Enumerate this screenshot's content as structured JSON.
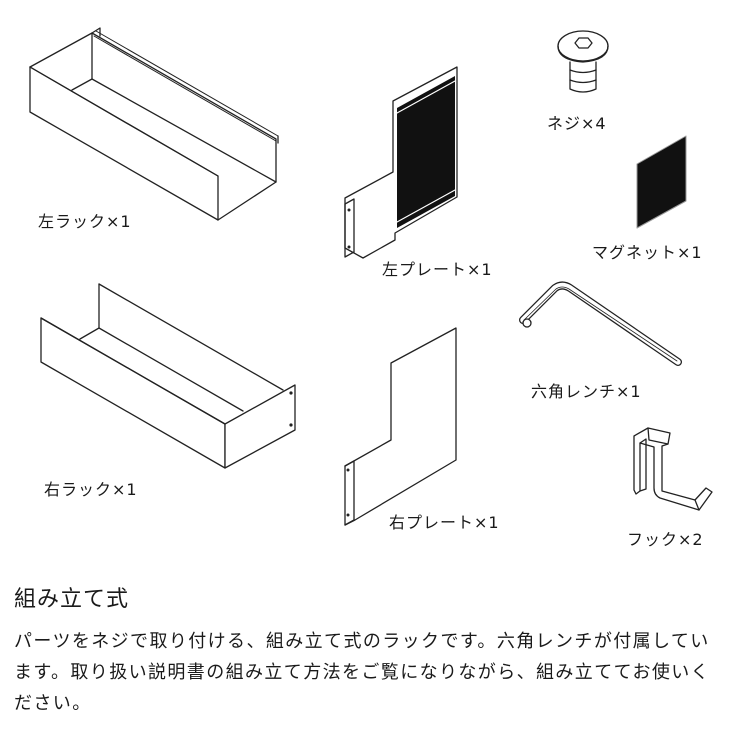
{
  "parts": [
    {
      "id": "left-rack",
      "label": "左ラック×1",
      "name": "左ラック",
      "qty": 1
    },
    {
      "id": "left-plate",
      "label": "左プレート×1",
      "name": "左プレート",
      "qty": 1
    },
    {
      "id": "screw",
      "label": "ネジ×4",
      "name": "ネジ",
      "qty": 4
    },
    {
      "id": "magnet",
      "label": "マグネット×1",
      "name": "マグネット",
      "qty": 1
    },
    {
      "id": "right-rack",
      "label": "右ラック×1",
      "name": "右ラック",
      "qty": 1
    },
    {
      "id": "right-plate",
      "label": "右プレート×1",
      "name": "右プレート",
      "qty": 1
    },
    {
      "id": "hex-wrench",
      "label": "六角レンチ×1",
      "name": "六角レンチ",
      "qty": 1
    },
    {
      "id": "hook",
      "label": "フック×2",
      "name": "フック",
      "qty": 2
    }
  ],
  "section": {
    "title": "組み立て式",
    "body": "パーツをネジで取り付ける、組み立て式のラックです。六角レンチが付属しています。取り扱い説明書の組み立て方法をご覧になりながら、組み立ててお使いください。"
  },
  "colors": {
    "line": "#222222",
    "fill_dark": "#111111",
    "background": "#ffffff"
  }
}
